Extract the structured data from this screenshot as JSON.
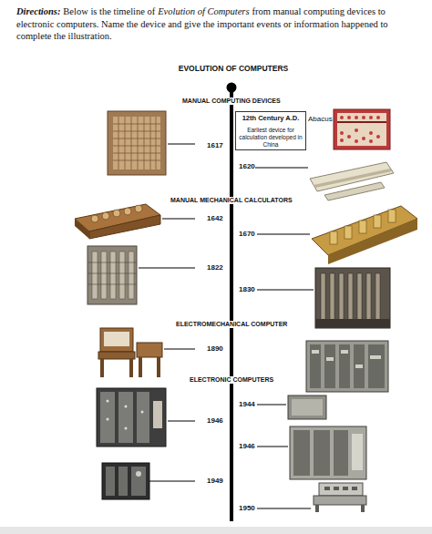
{
  "diagram": {
    "title": "EVOLUTION OF COMPUTERS",
    "nodes": [
      {
        "text": [
          "12th Century A.D.",
          "Earliest device for calculation developed in China"
        ]
      }
    ],
    "labels": [
      "Directions:",
      "Below is the timeline of",
      "Evolution of Computers",
      "from manual computing devices to electronic computers. Name the device and give the important events or information happened to complete the illustration.",
      "MANUAL COMPUTING DEVICES",
      "Abacus",
      "1617",
      "1620",
      "MANUAL MECHANICAL CALCULATORS",
      "1642",
      "1670",
      "1822",
      "1830",
      "ELECTROMECHANICAL COMPUTER",
      "1890",
      "ELECTRONIC COMPUTERS",
      "1944",
      "1946",
      "1946",
      "1949",
      "1950"
    ]
  }
}
